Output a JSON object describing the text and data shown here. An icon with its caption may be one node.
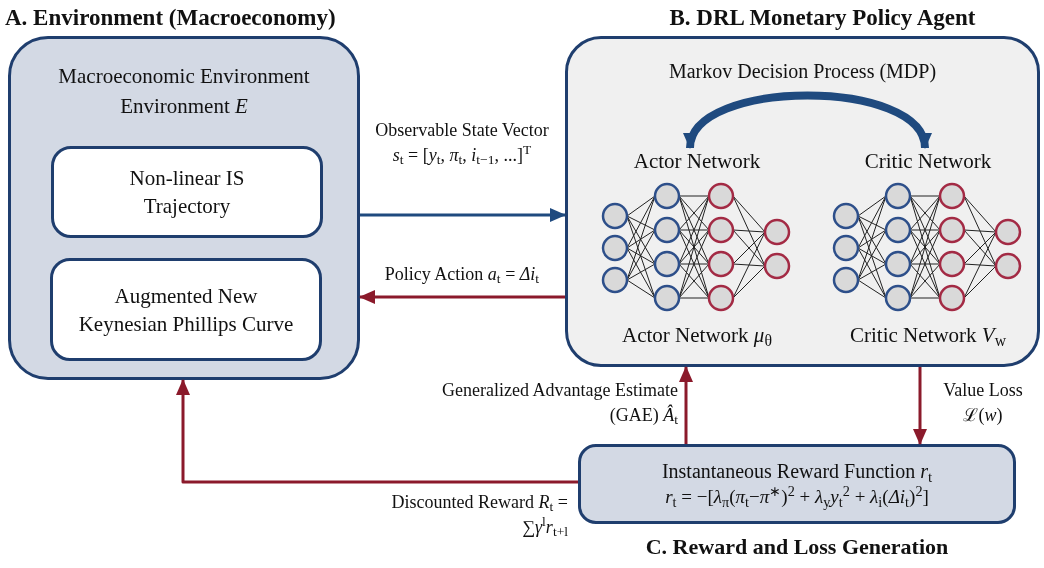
{
  "diagram": {
    "nodes": [
      {
        "text": [
          "A. Environment (Macroeconomy)",
          "Macroeconomic Environment Environment *E*"
        ]
      },
      {
        "text": [
          "Non-linear IS Trajectory"
        ],
        "in": 0
      },
      {
        "text": [
          "Augmented New Keynesian Phillips Curve"
        ],
        "in": 0
      },
      {
        "text": [
          "B. DRL Monetary Policy Agent",
          "Markov Decision Process (MDP)"
        ]
      },
      {
        "text": [
          "Actor Network",
          "Actor Network *μ*$_{θ}$"
        ],
        "in": 3
      },
      {
        "text": [
          "Critic Network",
          "Critic Network *V*$_{w}$"
        ],
        "in": 3
      },
      {
        "text": [
          "Instantaneous Reward Function *r*$_{t}$",
          "*r*$_{t}$ = −[*λ*$_{π}$(*π*$_{t}$−*π*$^{∗}$)$^{2}$ + *λ*$_{y}$*y*$_{t}$$^{2}$ + *λ*$_{i}$(*Δi*$_{t}$)$^{2}$]",
          "C. Reward and Loss Generation"
        ]
      }
    ],
    "edges": [
      {
        "from": 0,
        "to": 3,
        "arrow": "to",
        "label": "Observable State Vector *s*$_{t}$ = [*y*$_{t}$, *π*$_{t}$, *i*$_{t−1}$, ...]$^{T}$",
        "color": "#1f4a7f"
      },
      {
        "from": 3,
        "to": 0,
        "arrow": "to",
        "label": "Policy Action *a*$_{t}$ = *Δi*$_{t}$"
      },
      {
        "from": 4,
        "to": 5,
        "arrow": "both",
        "style": "thick",
        "color": "#1f4a7f"
      },
      {
        "from": 6,
        "to": 3,
        "arrow": "to",
        "label": "Generalized Advantage Estimate (GAE) *Â*$_{t}$"
      },
      {
        "from": 3,
        "to": 6,
        "arrow": "to",
        "label": "Value Loss ℒ(*w*)"
      },
      {
        "from": 6,
        "to": 0,
        "arrow": "to",
        "label": "Discounted Reward *R*$_{t}$ = ∑*γ*$^{l}$*r*$_{t+l}$"
      }
    ]
  }
}
